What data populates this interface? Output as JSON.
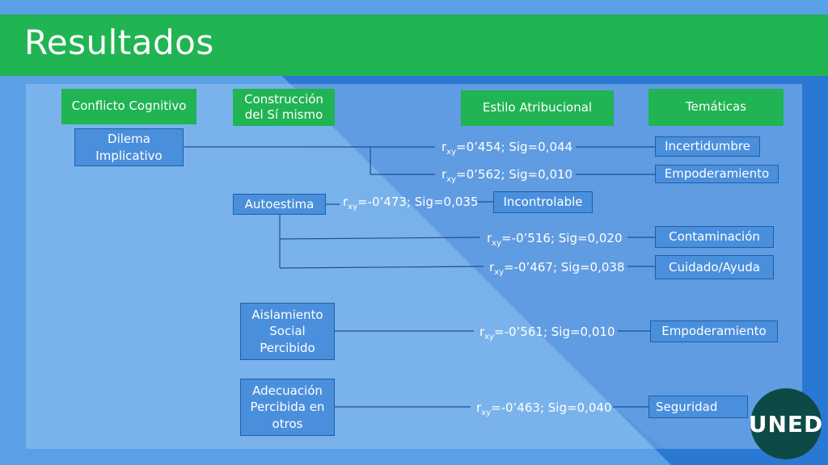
{
  "title": "Resultados",
  "headers": {
    "col1": "Conflicto Cognitivo",
    "col2": "Construcción del Sí mismo",
    "col3": "Estilo Atribucional",
    "col4": "Temáticas"
  },
  "variables": {
    "dilema": "Dilema Implicativo",
    "autoestima": "Autoestima",
    "aislamiento": "Aislamiento Social Percibido",
    "adecuacion": "Adecuación Percibida en otros"
  },
  "correlations": [
    {
      "prefix": "r",
      "sub": "xy",
      "value": "=0’454; Sig=0,044"
    },
    {
      "prefix": "r",
      "sub": "xy",
      "value": "=0’562; Sig=0,010"
    },
    {
      "prefix": "r",
      "sub": "xy",
      "value": "=-0’473; Sig=0,035"
    },
    {
      "prefix": "r",
      "sub": "xy",
      "value": "=-0’516; Sig=0,020"
    },
    {
      "prefix": "r",
      "sub": "xy",
      "value": "=-0’467; Sig=0,038"
    },
    {
      "prefix": "r",
      "sub": "xy",
      "value": "=-0’561; Sig=0,010"
    },
    {
      "prefix": "r",
      "sub": "xy",
      "value": "=-0’463; Sig=0,040"
    }
  ],
  "outcomes": {
    "incertidumbre": "Incertidumbre",
    "empoderamiento1": "Empoderamiento",
    "incontrolable": "Incontrolable",
    "contaminacion": "Contaminación",
    "cuidado": "Cuidado/Ayuda",
    "empoderamiento2": "Empoderamiento",
    "seguridad": "Seguridad"
  },
  "logo": {
    "text": "UNED"
  },
  "colors": {
    "green": "#20b453",
    "blue_light": "#5aa0e6",
    "blue_dark": "#2a78d4",
    "logo": "#0d4a46"
  }
}
